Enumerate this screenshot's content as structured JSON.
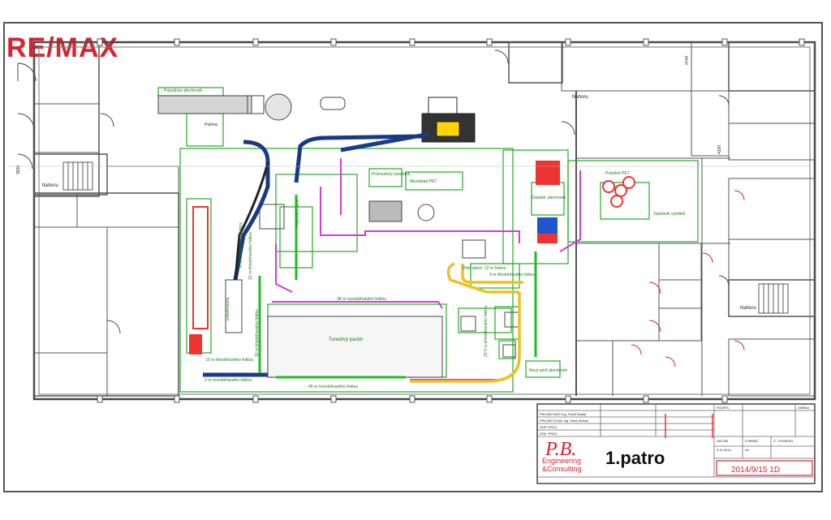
{
  "logo": {
    "left": "RE",
    "right": "MAX"
  },
  "rooms": {
    "nahoru": [
      "Nahoru",
      "Nahoru",
      "Nahoru"
    ],
    "pozarnice": "Pojízdnice plechovek",
    "pulira": "Pulírna",
    "prumyslovy": "Průmyslový zásobník",
    "mezi": "Mezisklad PET",
    "balici": "Depalet. plechovek",
    "prazdne": "Prázdné PET",
    "zasobnik": "Zásobník výrobků",
    "tunel": "Tunelový pastér",
    "nove": "Nový plnič plechovek",
    "plnic_pet": "Plnič PET 12 hl",
    "etiketovacka": "Etiketovačka"
  },
  "conveyors": {
    "c1": "38 m rovnobíhaného řetězu",
    "c2": "45 m rovnobíhaného řetězu",
    "c3": "2 m rovnobíhaného řetězu",
    "c4": "12 m křivobíhaného řetězu",
    "c5": "10 m křivobíhaného řetězu",
    "c6": "8 m křivobíhaného řetězu",
    "c7": "Plnič plech. 12 m řetězu",
    "c8": "23.5 m křivobíhaného řetězu",
    "c9": "9 m křivobíhaného řetězu",
    "c10": "10 m křivobíhaného řetězu"
  },
  "dims": {
    "d1": "3920",
    "d2": "2744",
    "d3": "4320"
  },
  "titleblock": {
    "company_line1": "P.B.",
    "company_line2": "Engineering",
    "company_line3": "&Consulting",
    "floor": "1.patro",
    "date_code": "2014/9/15 1D",
    "rows": [
      "PROJEKTANT Ing. Pavel Bošák",
      "PROJEKTOVAL Ing. Pavel Bošák",
      "ODP. PROJ.",
      "ZOD. PROJ."
    ],
    "cells": [
      "PODPIS",
      "DATUM",
      "3.10.2014",
      "FORMÁT",
      "A4",
      "Č. VÝKRESU",
      "ZMĚNA"
    ]
  }
}
